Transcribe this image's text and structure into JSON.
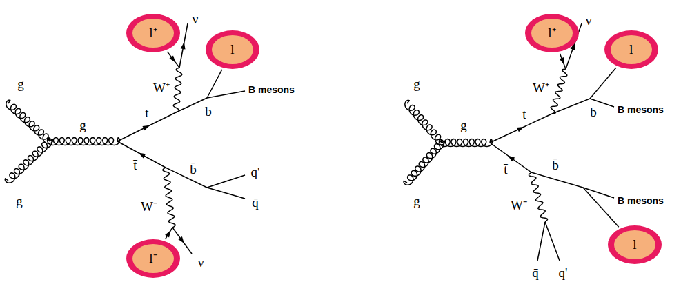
{
  "diagram": {
    "nodes": [
      {
        "text": [
          "l⁺"
        ]
      },
      {
        "text": [
          "l"
        ]
      },
      {
        "text": [
          "l⁻"
        ]
      },
      {
        "text": [
          "l⁺"
        ]
      },
      {
        "text": [
          "l"
        ]
      },
      {
        "text": [
          "l"
        ]
      }
    ],
    "labels": [
      "g",
      "g",
      "g",
      "t",
      "t̄",
      "ν",
      "W⁺",
      "b",
      "B mesons",
      "b̄",
      "q'",
      "q̄",
      "W⁻",
      "ν",
      "g",
      "g",
      "g",
      "t",
      "t̄",
      "ν",
      "W⁺",
      "b",
      "B mesons",
      "b̄",
      "B mesons",
      "W⁻",
      "q̄",
      "q'"
    ]
  }
}
